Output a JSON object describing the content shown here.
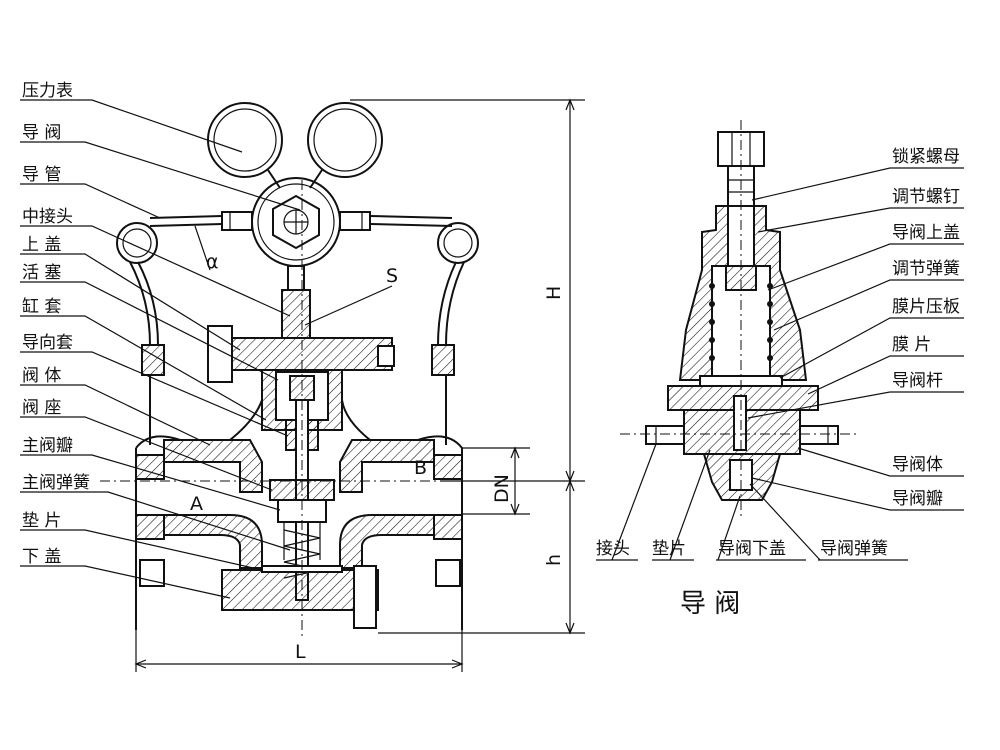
{
  "main_valve": {
    "left_labels": [
      "压力表",
      "导 阀",
      "导 管",
      "中接头",
      "上 盖",
      "活 塞",
      "缸 套",
      "导向套",
      "阀 体",
      "阀 座",
      "主阀瓣",
      "主阀弹簧",
      "垫 片",
      "下 盖"
    ],
    "marks": {
      "alpha": "α",
      "s": "S",
      "a": "A",
      "b": "B",
      "dn": "DN",
      "h_upper": "H",
      "h_lower": "h",
      "l": "L"
    }
  },
  "pilot_valve": {
    "title": "导  阀",
    "right_labels": [
      "锁紧螺母",
      "调节螺钉",
      "导阀上盖",
      "调节弹簧",
      "膜片压板",
      "膜 片",
      "导阀杆",
      "导阀体",
      "导阀瓣"
    ],
    "bottom_labels": [
      "接头",
      "垫片",
      "导阀下盖",
      "导阀弹簧"
    ]
  }
}
